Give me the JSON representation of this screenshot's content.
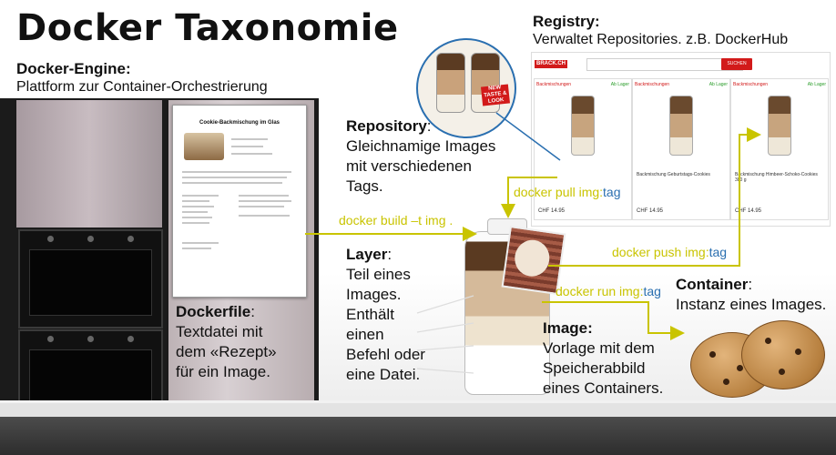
{
  "title": "Docker Taxonomie",
  "engine": {
    "heading": "Docker-Engine",
    "text": "Plattform zur Container-Orchestrierung"
  },
  "registry": {
    "heading": "Registry",
    "text": "Verwaltet Repositories. z.B. DockerHub"
  },
  "repository": {
    "heading": "Repository",
    "lines": [
      "Gleichnamige Images",
      "mit verschiedenen",
      "Tags."
    ]
  },
  "layer": {
    "heading": "Layer",
    "lines": [
      "Teil eines",
      "Images.",
      "Enthält",
      "einen",
      "Befehl oder",
      "eine Datei."
    ]
  },
  "dockerfile": {
    "heading": "Dockerfile",
    "lines": [
      "Textdatei mit",
      "dem «Rezept»",
      "für ein Image."
    ]
  },
  "image": {
    "heading": "Image:",
    "lines": [
      "Vorlage mit dem",
      "Speicherabbild",
      "eines Containers."
    ]
  },
  "container": {
    "heading": "Container",
    "text": "Instanz eines Images."
  },
  "commands": {
    "build": "docker build –t img .",
    "pull_prefix": "docker pull img:",
    "pull_tag": "tag",
    "push_prefix": "docker push img:",
    "push_tag": "tag",
    "run_prefix": "docker run img:",
    "run_tag": "tag"
  },
  "doc": {
    "title": "Cookie-Backmischung im Glas"
  },
  "shop": {
    "logo": "BRACK.CH",
    "search_button": "SUCHEN",
    "badge": "Backmischungen",
    "stock": "Ab Lager",
    "products": [
      {
        "name": "",
        "price": "CHF 14.95"
      },
      {
        "name": "Backmischung Geburtstags-Cookies",
        "price": "CHF 14.95"
      },
      {
        "name": "Backmischung Himbeer-Schoko-Cookies 380 g",
        "price": "CHF 14.95"
      }
    ]
  },
  "magnifier": {
    "sticker": "NEW TASTE & LOOK"
  },
  "colors": {
    "arrow": "#c9c400",
    "tag": "#2a6fb0",
    "circle": "#2a6fb0"
  }
}
